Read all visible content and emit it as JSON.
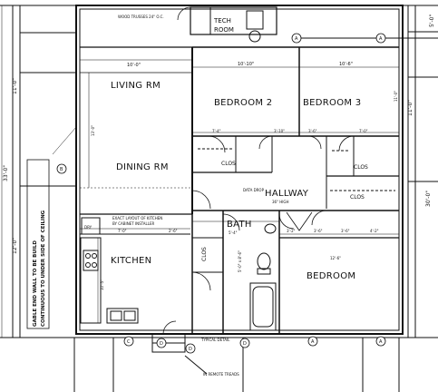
{
  "rooms": {
    "living": "LIVING RM",
    "dining": "DINING RM",
    "kitchen": "KITCHEN",
    "bedroom2": "BEDROOM 2",
    "bedroom3": "BEDROOM 3",
    "bedroom": "BEDROOM",
    "hallway": "HALLWAY",
    "bath": "BATH",
    "tech": "TECH",
    "room": "ROOM",
    "clos1": "CLOS",
    "clos2": "CLOS",
    "clos3": "CLOS",
    "clos4": "CLOS"
  },
  "dimensions": {
    "living_width": "10'-0\"",
    "bed2_width": "10'-10\"",
    "bed3_width": "10'-6\"",
    "clos_a": "7'-4\"",
    "clos_b": "3'-10\"",
    "clos_c": "3'-6\"",
    "clos_d": "7'-0\"",
    "kitchen_left": "7'-0\"",
    "kitchen_right": "2'-6\"",
    "bath_w": "5'-4\"",
    "bed_front": "12'-6\"",
    "hall_a": "3'-2\"",
    "hall_b": "3'-6\"",
    "hall_c": "3'-6\"",
    "hall_d": "4'-2\"",
    "overall": "33'-0\"",
    "overall_right": "30'-0\"",
    "left_top": "11'-0\"",
    "left_bottom": "12'-0\"",
    "right_top": "5'-0\"",
    "right_mid": "11'-0\"",
    "living_depth": "13'-0\"",
    "kitchen_depth": "10'-5\"",
    "bed_depth": "11'-0\""
  },
  "markers": {
    "a1": "A",
    "a2": "A",
    "a3": "A",
    "a4": "A",
    "b": "B",
    "c": "C",
    "d1": "D",
    "d2": "D",
    "d3": "D"
  },
  "notes": {
    "gable_line1": "GABLE END WALL TO BE BUILD",
    "gable_line2": "CONTINUOUS TO UNDER SIDE OF CEILING",
    "kitchen_note": "EXACT LAYOUT OF KITCHEN",
    "kitchen_note2": "BY CABINET INSTALLER",
    "window_top": "WOOD TRUSSES 24\" O.C.",
    "window_bottom": "TYPICAL DETAIL",
    "data_drop": "DATA DROP",
    "stair_note": "IN REMOTE TREADS",
    "hallway_sub": "36\" HIGH",
    "bath_sub": "5'-0\" x 8'-6\"",
    "dry": "DRY"
  }
}
